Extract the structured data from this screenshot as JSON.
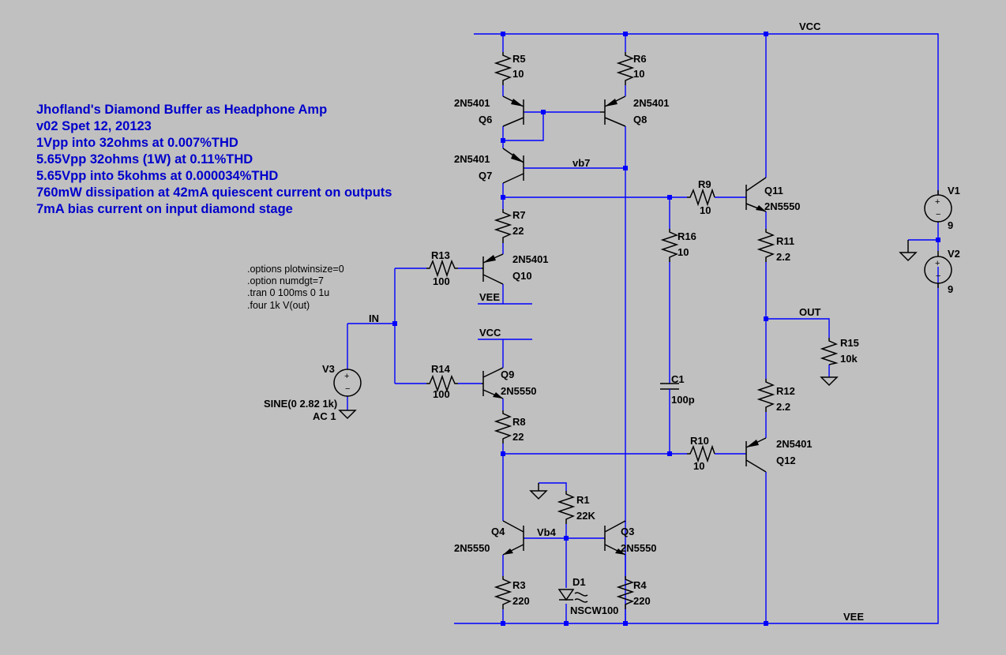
{
  "colors": {
    "background": "#c0c0c0",
    "wire": "#0000ff",
    "component": "#000000",
    "comment": "#0000cc"
  },
  "icons": {
    "led_light": "light-arrows-icon",
    "ground": "ground-icon"
  },
  "notes": [
    "Jhofland's Diamond Buffer as Headphone Amp",
    "v02  Spet 12, 20123",
    "1Vpp into 32ohms at 0.007%THD",
    "5.65Vpp 32ohms (1W) at 0.11%THD",
    "5.65Vpp into 5kohms at 0.000034%THD",
    "760mW dissipation at 42mA quiescent current on outputs",
    "7mA bias current on input diamond stage"
  ],
  "directives": [
    ".options plotwinsize=0",
    ".option numdgt=7",
    ".tran 0 100ms 0 1u",
    ".four 1k V(out)"
  ],
  "nets": {
    "vcc_top": "VCC",
    "vee_bottom": "VEE",
    "vee_local": "VEE",
    "vcc_local": "VCC",
    "in": "IN",
    "out": "OUT",
    "vb7": "vb7",
    "vb4": "Vb4"
  },
  "components": {
    "R5": {
      "name": "R5",
      "value": "10"
    },
    "R6": {
      "name": "R6",
      "value": "10"
    },
    "R7": {
      "name": "R7",
      "value": "22"
    },
    "R8": {
      "name": "R8",
      "value": "22"
    },
    "R9": {
      "name": "R9",
      "value": "10"
    },
    "R10": {
      "name": "R10",
      "value": "10"
    },
    "R11": {
      "name": "R11",
      "value": "2.2"
    },
    "R12": {
      "name": "R12",
      "value": "2.2"
    },
    "R13": {
      "name": "R13",
      "value": "100"
    },
    "R14": {
      "name": "R14",
      "value": "100"
    },
    "R15": {
      "name": "R15",
      "value": "10k"
    },
    "R16": {
      "name": "R16",
      "value": "10"
    },
    "R1": {
      "name": "R1",
      "value": "22K"
    },
    "R3": {
      "name": "R3",
      "value": "220"
    },
    "R4": {
      "name": "R4",
      "value": "220"
    },
    "C1": {
      "name": "C1",
      "value": "100p"
    },
    "D1": {
      "name": "D1",
      "value": "NSCW100"
    },
    "Q3": {
      "name": "Q3",
      "model": "2N5550"
    },
    "Q4": {
      "name": "Q4",
      "model": "2N5550"
    },
    "Q6": {
      "name": "Q6",
      "model": "2N5401"
    },
    "Q7": {
      "name": "Q7",
      "model": "2N5401"
    },
    "Q8": {
      "name": "Q8",
      "model": "2N5401"
    },
    "Q9": {
      "name": "Q9",
      "model": "2N5550"
    },
    "Q10": {
      "name": "Q10",
      "model": "2N5401"
    },
    "Q11": {
      "name": "Q11",
      "model": "2N5550"
    },
    "Q12": {
      "name": "Q12",
      "model": "2N5401"
    },
    "V1": {
      "name": "V1",
      "value": "9"
    },
    "V2": {
      "name": "V2",
      "value": "9"
    },
    "V3": {
      "name": "V3",
      "value": "SINE(0 2.82 1k)",
      "ac": "AC 1"
    }
  }
}
